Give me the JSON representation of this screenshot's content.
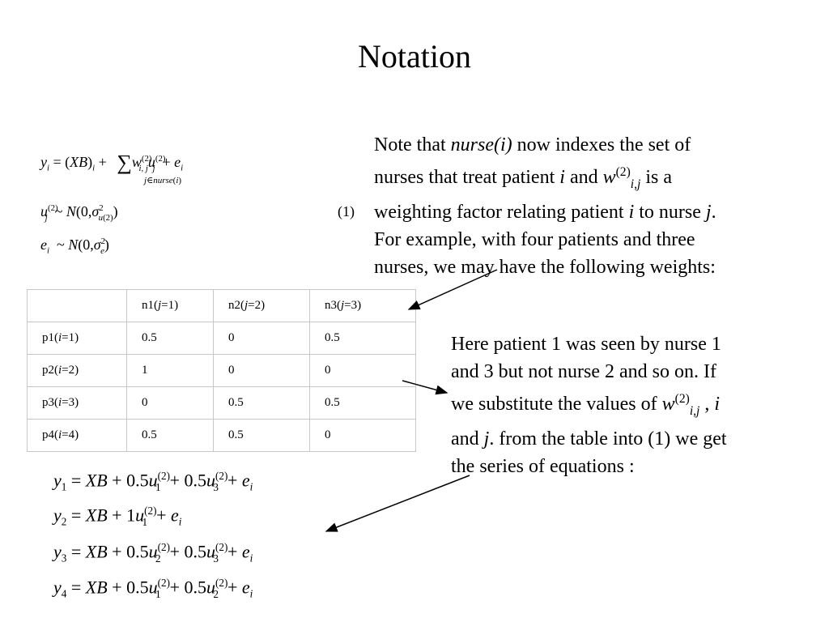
{
  "title": "Notation",
  "equation_number": "(1)",
  "note_paragraph": {
    "line1_a": "Note that ",
    "line1_em": "nurse(i)",
    "line1_b": " now indexes the set of",
    "line2_a": "nurses that treat patient ",
    "line2_em": "i",
    "line2_b": " and  ",
    "line2_w": "w",
    "line2_sup": "(2)",
    "line2_sub": "i,j",
    "line2_c": " is a",
    "line3_a": "weighting factor relating patient ",
    "line3_em1": "i",
    "line3_b": " to nurse ",
    "line3_em2": "j",
    "line3_c": ".",
    "line4": "For example, with four patients and three",
    "line5": "nurses, we  may have the following weights:"
  },
  "table": {
    "headers": [
      "",
      "n1(j=1)",
      "n2(j=2)",
      "n3(j=3)"
    ],
    "rows": [
      {
        "label": "p1(i=1)",
        "values": [
          "0.5",
          "0",
          "0.5"
        ]
      },
      {
        "label": "p2(i=2)",
        "values": [
          "1",
          "0",
          "0"
        ]
      },
      {
        "label": "p3(i=3)",
        "values": [
          "0",
          "0.5",
          "0.5"
        ]
      },
      {
        "label": "p4(i=4)",
        "values": [
          "0.5",
          "0.5",
          "0"
        ]
      }
    ]
  },
  "explain_paragraph": {
    "line1": "Here patient 1 was seen by nurse 1",
    "line2": "and 3 but not nurse 2 and so on. If",
    "line3_a": "we substitute the values  of ",
    "line3_w": "w",
    "line3_sup": "(2)",
    "line3_sub": "i,j",
    "line3_b": " , ",
    "line3_em": "i",
    "line4_a": "and ",
    "line4_em": "j",
    "line4_b": ". from the table into (1) we get",
    "line5": "the series of equations :"
  },
  "equations": {
    "eq_y1": {
      "lhs": "y",
      "lhs_sub": "1",
      "parts": "= XB + 0.5u(2)1 + 0.5u(2)3 + ei"
    },
    "eq_y2": {
      "lhs": "y",
      "lhs_sub": "2"
    },
    "eq_y3": {
      "lhs": "y",
      "lhs_sub": "3"
    },
    "eq_y4": {
      "lhs": "y",
      "lhs_sub": "4"
    }
  }
}
